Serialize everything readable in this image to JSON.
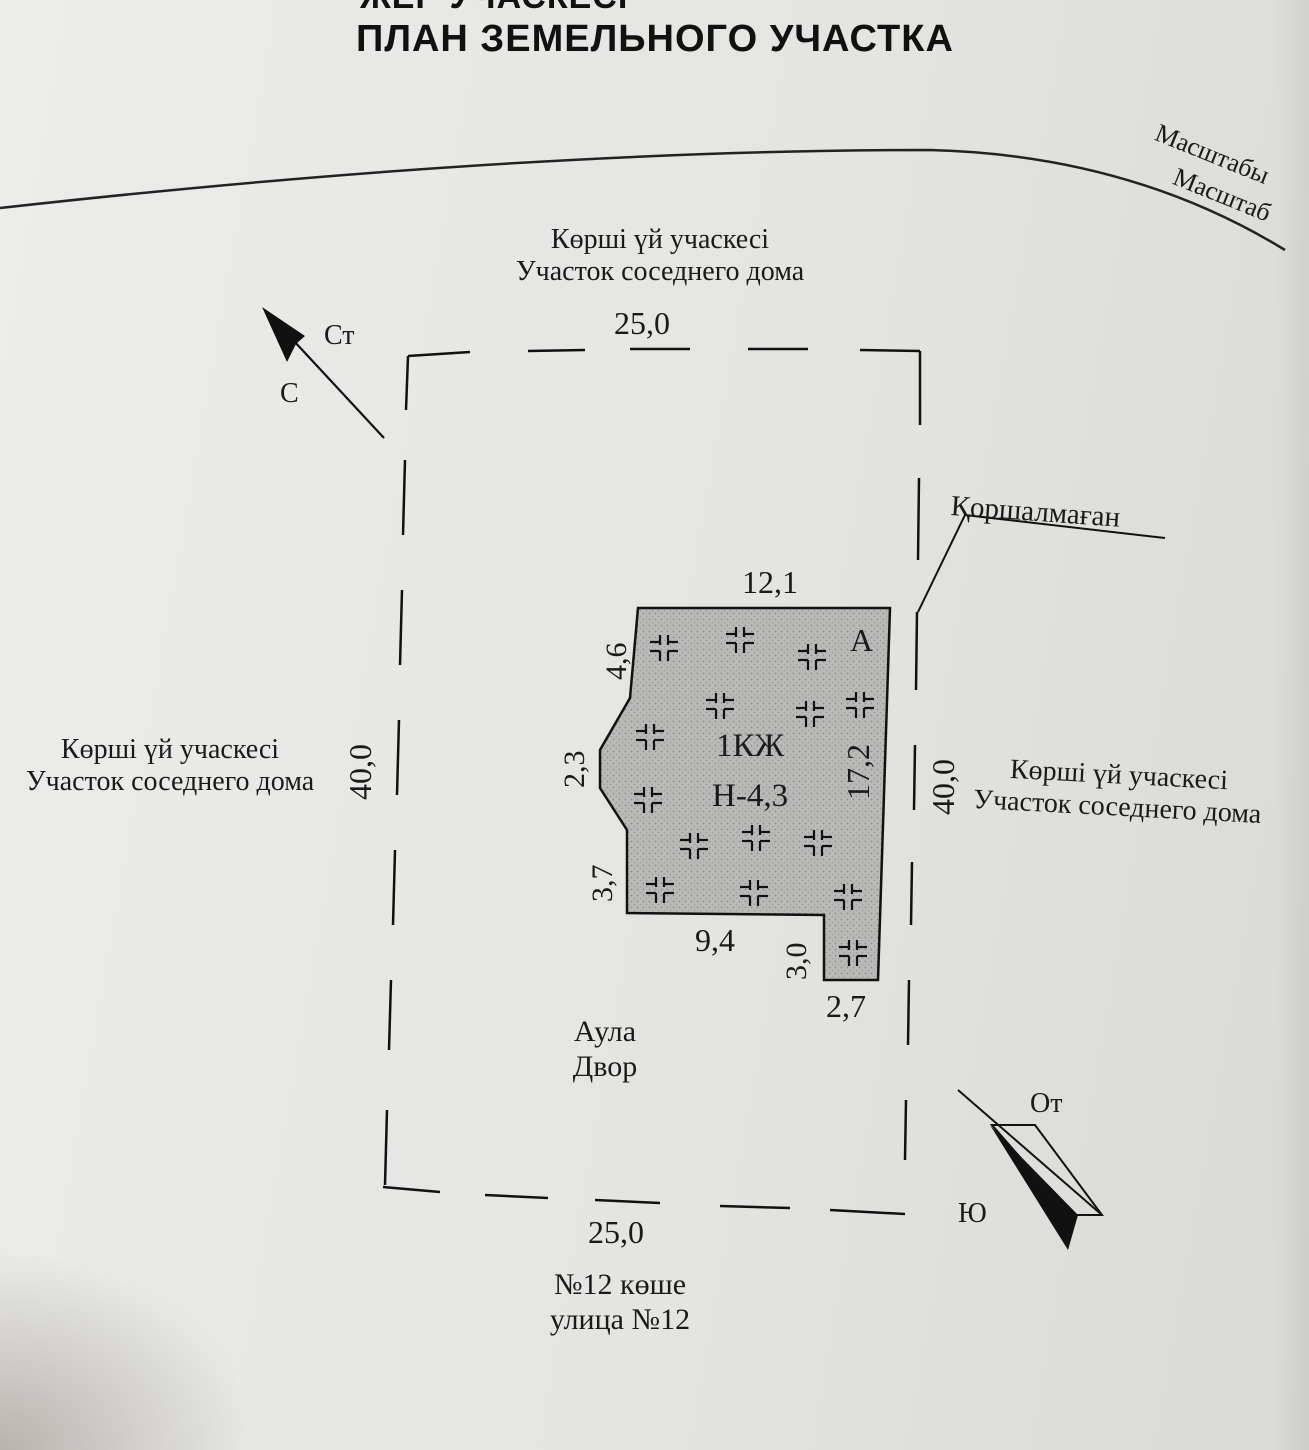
{
  "header": {
    "title_top": "ЖЕР УЧАСКЕСІ",
    "title": "ПЛАН ЗЕМЕЛЬНОГО УЧАСТКА",
    "scale_kz": "Масштабы",
    "scale_ru": "Масштаб"
  },
  "neighbors": {
    "top": {
      "kz": "Көрші үй учаскесі",
      "ru": "Участок соседнего дома"
    },
    "left": {
      "kz": "Көрші үй учаскесі",
      "ru": "Участок соседнего дома"
    },
    "right": {
      "kz": "Көрші үй учаскесі",
      "ru": "Участок соседнего дома"
    }
  },
  "fence_note": "Қоршалмаған",
  "lot": {
    "top": "25,0",
    "bottom": "25,0",
    "left": "40,0",
    "right": "40,0"
  },
  "building": {
    "letter": "А",
    "code": "1КЖ",
    "height": "Н-4,3",
    "dims": {
      "top": "12,1",
      "right": "17,2",
      "left_upper": "4,6",
      "left_middle": "2,3",
      "left_lower": "3,7",
      "bottom": "9,4",
      "notch_height": "3,0",
      "notch_width": "2,7"
    }
  },
  "yard": {
    "kz": "Аула",
    "ru": "Двор"
  },
  "street": {
    "kz": "№12 көше",
    "ru": "улица №12"
  },
  "compass": {
    "north_kz": "Ст",
    "north_ru": "С",
    "south_kz": "От",
    "south_ru": "Ю"
  }
}
